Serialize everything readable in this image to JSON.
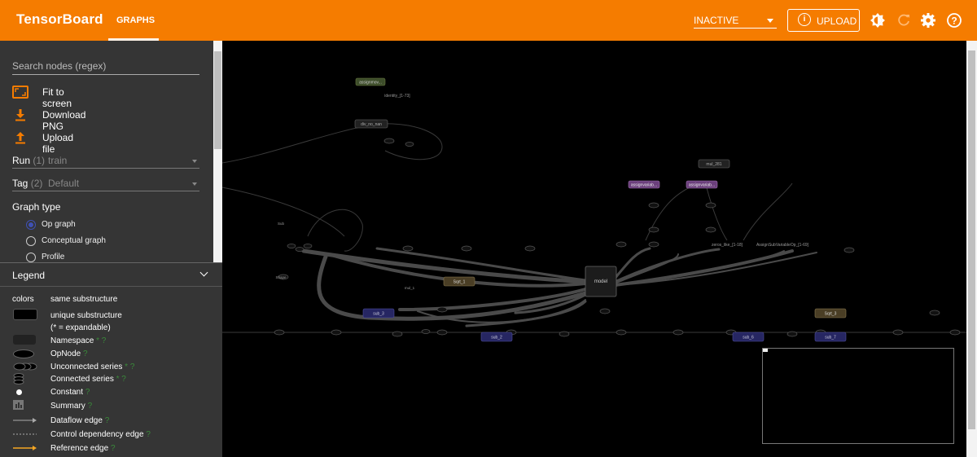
{
  "header": {
    "title": "TensorBoard",
    "tab": "GRAPHS",
    "status_select": "INACTIVE",
    "upload_label": "UPLOAD"
  },
  "sidebar": {
    "search_placeholder": "Search nodes (regex)",
    "actions": [
      "Fit to screen",
      "Download PNG",
      "Upload file"
    ],
    "run": {
      "label": "Run",
      "count": "(1)",
      "value": "train"
    },
    "tag": {
      "label": "Tag",
      "count": "(2)",
      "value": "Default"
    },
    "graph_type_label": "Graph type",
    "graph_types": [
      {
        "label": "Op graph",
        "selected": true
      },
      {
        "label": "Conceptual graph",
        "selected": false
      },
      {
        "label": "Profile",
        "selected": false
      }
    ]
  },
  "legend": {
    "title": "Legend",
    "colors_label": "colors",
    "same_substructure": "same substructure",
    "unique_substructure": "unique substructure",
    "expandable": "(* = expandable)",
    "items": [
      {
        "label": "Namespace",
        "hint": "* ?"
      },
      {
        "label": "OpNode",
        "hint": "?"
      },
      {
        "label": "Unconnected series",
        "hint": "* ?"
      },
      {
        "label": "Connected series",
        "hint": "* ?"
      },
      {
        "label": "Constant",
        "hint": "?"
      },
      {
        "label": "Summary",
        "hint": "?"
      },
      {
        "label": "Dataflow edge",
        "hint": "?"
      },
      {
        "label": "Control dependency edge",
        "hint": "?"
      },
      {
        "label": "Reference edge",
        "hint": "?"
      }
    ]
  },
  "graph": {
    "nodes": [
      "assignmov...",
      "div_no_nan",
      "mul_281",
      "assignvariab...",
      "assignvariab...",
      "model",
      "Sqrt_1",
      "sub_3",
      "sub_2",
      "sub_6",
      "sub_7",
      "Sqrt_3",
      "AssignSubVariableOp_[1-69]",
      "zeros_like_[1-18]",
      "identity_[1-73]",
      "mul_1",
      "Shape",
      "Sub"
    ]
  },
  "colors": {
    "accent": "#f57c00",
    "sidebar": "#353535",
    "canvas": "#000000",
    "selected_radio": "#3f51b5",
    "namespace_blue": "#262662",
    "namespace_brown": "#4a3e25",
    "namespace_purple": "#6b3f7c",
    "namespace_green": "#3d4d2a"
  },
  "icons": [
    "fit-to-screen-icon",
    "download-icon",
    "upload-icon",
    "info-icon",
    "theme-icon",
    "refresh-icon",
    "settings-icon",
    "help-icon"
  ]
}
